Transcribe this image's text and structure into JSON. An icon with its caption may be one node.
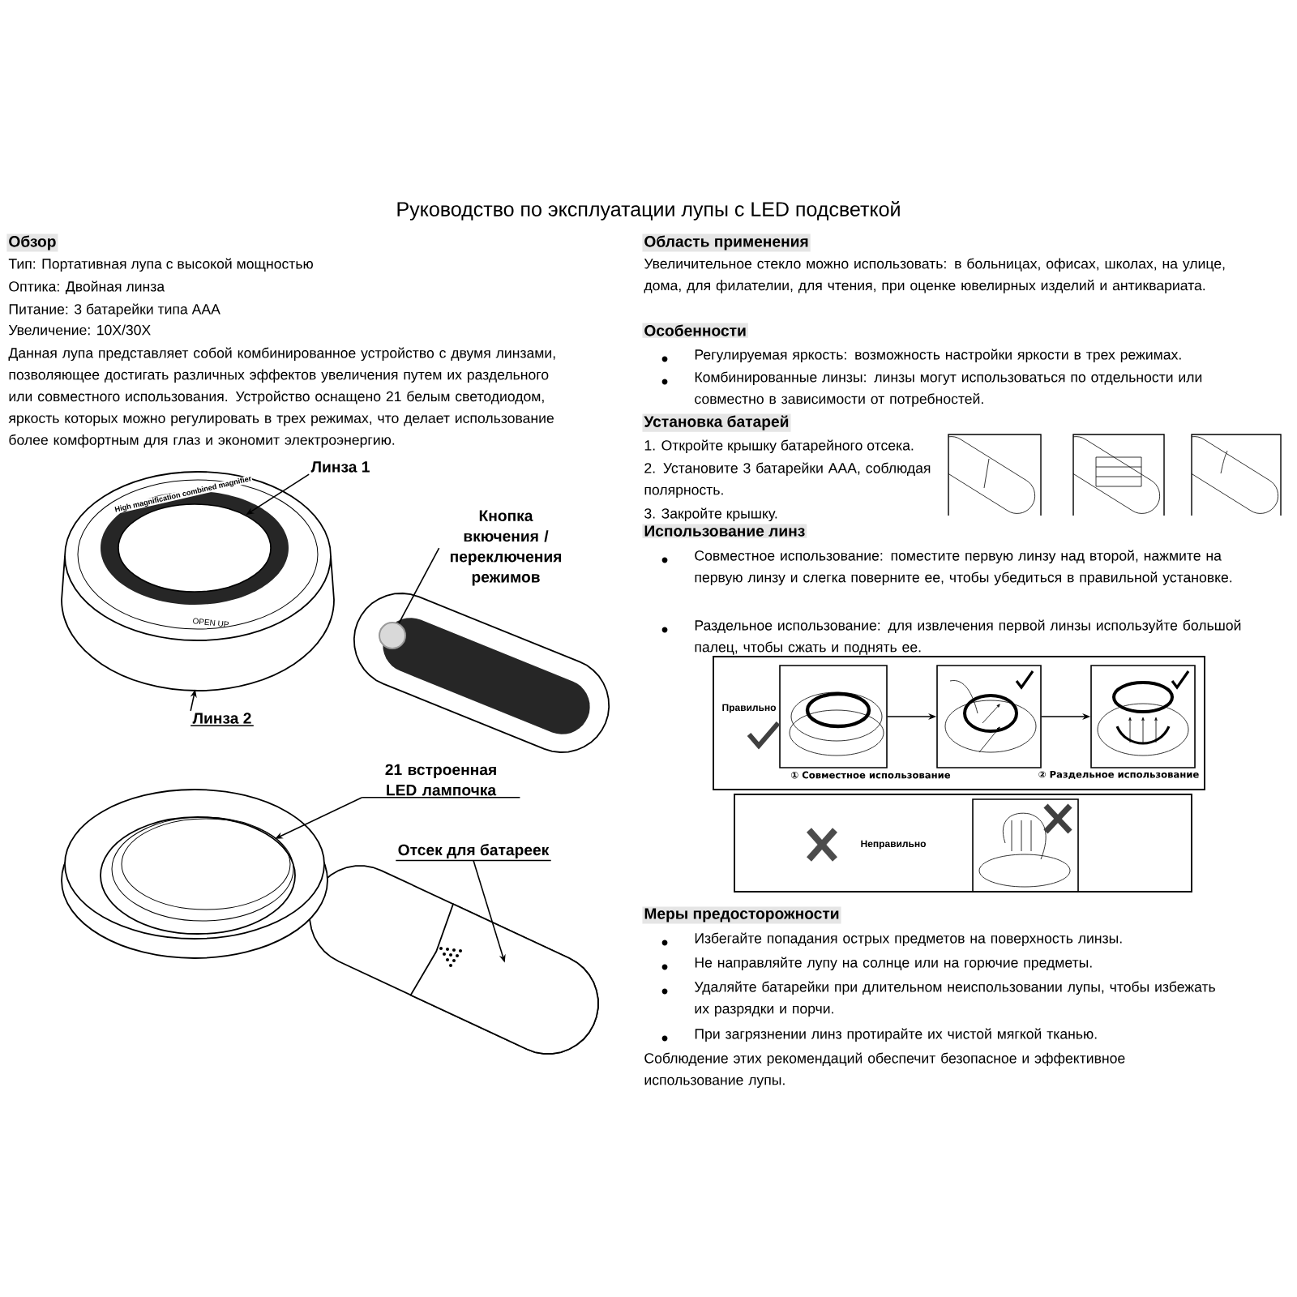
{
  "diagram": {
    "title": "Руководство по эксплуатации лупы с LED подсветкой",
    "nodes": [
      {
        "text": [
          "Линза 1"
        ]
      },
      {
        "text": [],
        "shape": "picture"
      },
      {
        "text": [
          "Кнопка вкючения / переключения режимов"
        ]
      },
      {
        "text": [],
        "shape": "circle"
      },
      {
        "text": [
          "Линза 2"
        ]
      },
      {
        "text": [],
        "shape": "picture"
      },
      {
        "text": [
          "21 встроенная LED лампочка"
        ]
      },
      {
        "text": [],
        "shape": "picture"
      },
      {
        "text": [
          "Отсек для батареек"
        ]
      },
      {
        "text": [],
        "shape": "picture"
      },
      {
        "text": [],
        "shape": "picture",
        "beside": [
          "① Совместное использование"
        ]
      },
      {
        "text": [],
        "shape": "picture"
      },
      {
        "text": [],
        "shape": "picture",
        "beside": [
          "② Раздельное использование"
        ]
      }
    ],
    "edges": [
      {
        "from": 0,
        "to": 1,
        "arrow": "to"
      },
      {
        "from": 2,
        "to": 3,
        "arrow": "none"
      },
      {
        "from": 4,
        "to": 5,
        "arrow": "to"
      },
      {
        "from": 6,
        "to": 7,
        "arrow": "to"
      },
      {
        "from": 8,
        "to": 9,
        "arrow": "to"
      },
      {
        "from": 10,
        "to": 11,
        "arrow": "to"
      },
      {
        "from": 11,
        "to": 12,
        "arrow": "to"
      }
    ],
    "labels": [
      "Обзор",
      "Тип: Портативная лупа с высокой мощностью",
      "Оптика: Двойная линза",
      "Питание: 3 батарейки типа AAA",
      "Увеличение: 10X/30X",
      "Данная лупа представляет собой комбинированное устройство с двумя линзами, позволяющее достигать различных эффектов увеличения путем их раздельного или совместного использования. Устройство оснащено 21 белым светодиодом, яркость которых можно регулировать в трех режимах, что делает использование более комфортным для глаз и экономит электроэнергию.",
      "High magnification combined magnifier",
      "OPEN UP",
      "Область применения",
      "Увеличительное стекло можно использовать: в больницах, офисах, школах, на улице, дома, для филателии, для чтения, при оценке ювелирных изделий и антиквариата.",
      "Особенности",
      "Регулируемая яркость: возможность настройки яркости в трех режимах.",
      "Комбинированные линзы: линзы могут использоваться по отдельности или совместно в зависимости от потребностей.",
      "Установка батарей",
      "1. Откройте крышку батарейного отсека.",
      "2. Установите 3 батарейки AAA, соблюдая полярность.",
      "3. Закройте крышку.",
      "Использование линз",
      "Совместное использование: поместите первую линзу над второй, нажмите на первую линзу и слегка поверните ее, чтобы убедиться в правильной установке.",
      "Раздельное использование: для извлечения первой линзы используйте большой палец, чтобы сжать и поднять ее.",
      "Правильно",
      "Неправильно",
      "Меры предосторожности",
      "Избегайте попадания острых предметов на поверхность линзы.",
      "Не направляйте лупу на солнце или на горючие предметы.",
      "Удаляйте батарейки при длительном неиспользовании лупы, чтобы избежать их разрядки и порчи.",
      "При загрязнении линз протирайте их чистой мягкой тканью.",
      "Соблюдение этих рекомендаций обеспечит безопасное и эффективное использование лупы."
    ]
  }
}
